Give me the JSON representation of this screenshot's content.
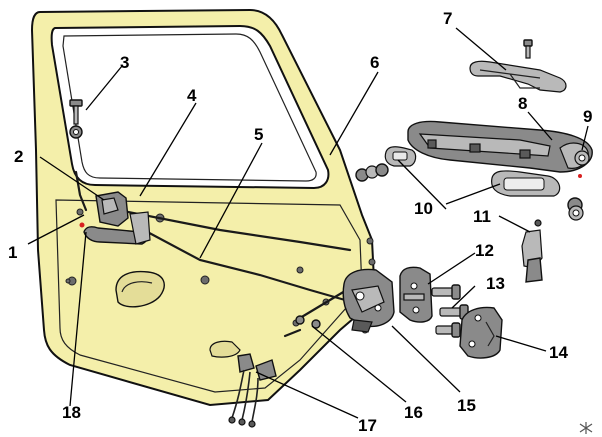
{
  "callouts": [
    "1",
    "2",
    "3",
    "4",
    "5",
    "6",
    "7",
    "8",
    "9",
    "10",
    "11",
    "12",
    "13",
    "14",
    "15",
    "16",
    "17",
    "18"
  ],
  "colors": {
    "door_panel": "#f4efaa",
    "metal_part": "#8a8a8a",
    "outline": "#111111",
    "marker_red": "#d82020"
  }
}
